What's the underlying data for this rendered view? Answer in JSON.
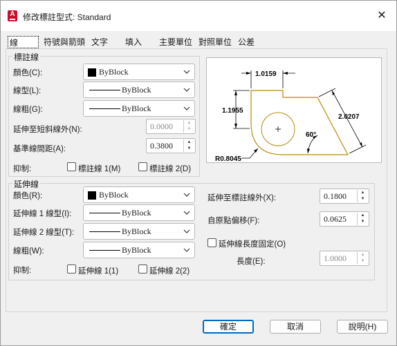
{
  "window": {
    "title": "修改標註型式: Standard",
    "close_glyph": "✕"
  },
  "tabs": [
    "線",
    "符號與箭頭",
    "文字",
    "填入",
    "主要單位",
    "對照單位",
    "公差"
  ],
  "dim_lines": {
    "group_label": "標註線",
    "color_label": "顏色(C):",
    "color_value": "ByBlock",
    "linetype_label": "線型(L):",
    "linetype_value": "ByBlock",
    "lineweight_label": "線粗(G):",
    "lineweight_value": "ByBlock",
    "extend_ticks_label": "延伸至短斜線外(N):",
    "extend_ticks_value": "0.0000",
    "baseline_label": "基準線間距(A):",
    "baseline_value": "0.3800",
    "suppress_label": "抑制:",
    "suppress1": "標註線 1(M)",
    "suppress2": "標註線 2(D)"
  },
  "ext_lines": {
    "group_label": "延伸線",
    "color_label": "顏色(R):",
    "color_value": "ByBlock",
    "lt1_label": "延伸線 1 線型(I):",
    "lt1_value": "ByBlock",
    "lt2_label": "延伸線 2 線型(T):",
    "lt2_value": "ByBlock",
    "lineweight_label": "線粗(W):",
    "lineweight_value": "ByBlock",
    "suppress_label": "抑制:",
    "suppress1": "延伸線 1(1)",
    "suppress2": "延伸線 2(2)",
    "extend_beyond_label": "延伸至標註線外(X):",
    "extend_beyond_value": "0.1800",
    "offset_label": "自原點偏移(F):",
    "offset_value": "0.0625",
    "fixed_length_label": "延伸線長度固定(O)",
    "length_label": "長度(E):",
    "length_value": "1.0000"
  },
  "preview": {
    "dim_top": "1.0159",
    "dim_left": "1.1955",
    "dim_right": "2.0207",
    "angle": "60°",
    "radius": "R0.8045"
  },
  "buttons": {
    "ok": "確定",
    "cancel": "取消",
    "help": "說明(H)"
  }
}
